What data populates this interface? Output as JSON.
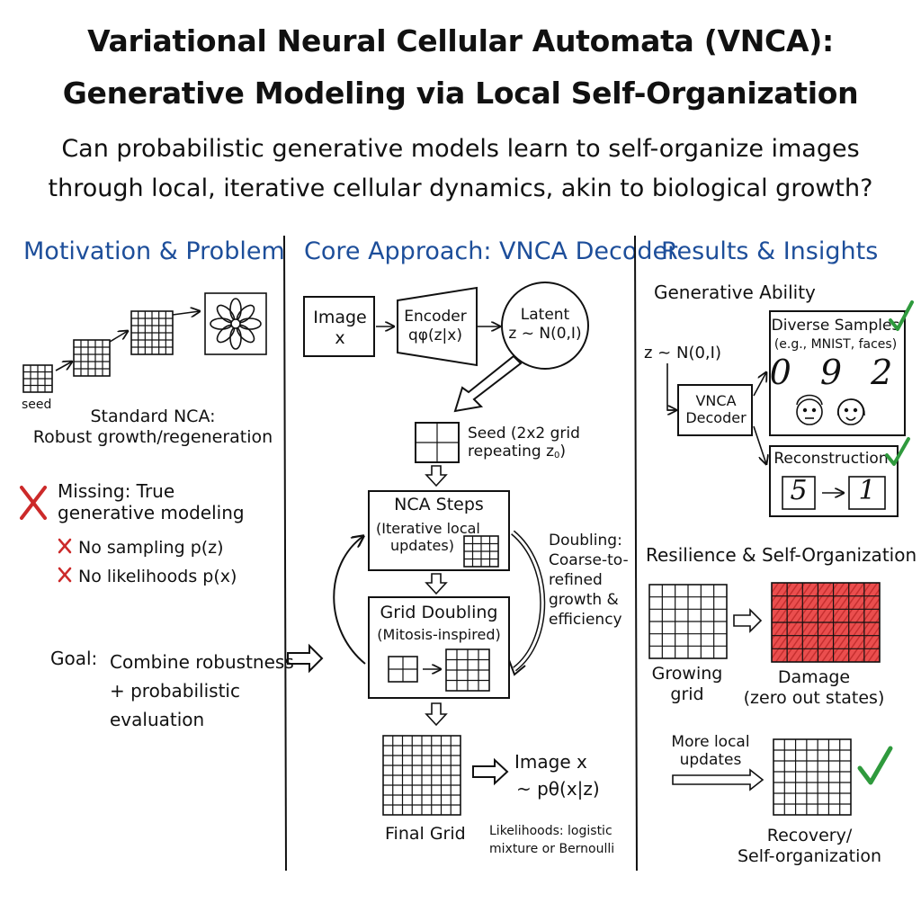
{
  "title": {
    "line1": "Variational Neural Cellular Automata (VNCA):",
    "line2": "Generative Modeling via Local Self-Organization"
  },
  "question": {
    "line1": "Can probabilistic generative models learn to self-organize images",
    "line2": "through local, iterative cellular dynamics, akin to biological growth?"
  },
  "colors": {
    "heading_blue": "#1d4e9a",
    "cross_red": "#cc2a2a",
    "check_green": "#2f9a3d",
    "damage_red": "#d42020"
  },
  "motivation": {
    "heading": "Motivation & Problem",
    "seed_label": "seed",
    "standard_nca_line1": "Standard NCA:",
    "standard_nca_line2": "Robust growth/regeneration",
    "missing_line1": "Missing: True",
    "missing_line2": "generative modeling",
    "no_sampling": "No sampling p(z)",
    "no_likelihoods": "No likelihoods p(x)",
    "goal_prefix": "Goal:",
    "goal_line1": "Combine robustness",
    "goal_line2": "+ probabilistic",
    "goal_line3": "evaluation",
    "icons": [
      "cross-icon",
      "flower-icon",
      "arrow-icon"
    ]
  },
  "approach": {
    "heading": "Core Approach: VNCA Decoder",
    "image_line1": "Image",
    "image_line2": "x",
    "encoder_line1": "Encoder",
    "encoder_line2": "qφ(z|x)",
    "latent_line1": "Latent",
    "latent_line2": "z ~ N(0,I)",
    "seed_line1": "Seed (2x2 grid",
    "seed_line2_text": "repeating z",
    "seed_line2_sub": "0",
    "seed_line2_end": ")",
    "nca_title": "NCA Steps",
    "nca_line1": "(Iterative local",
    "nca_line2": "updates)",
    "doubling_title": "Grid Doubling",
    "doubling_line": "(Mitosis-inspired)",
    "side_lines": [
      "Doubling:",
      "Coarse-to-",
      "refined",
      "growth &",
      "efficiency"
    ],
    "final_grid": "Final Grid",
    "output_line1": "Image x",
    "output_line2": "~ pθ(x|z)",
    "likelihood_line1": "Likelihoods: logistic",
    "likelihood_line2": "mixture or Bernoulli"
  },
  "results": {
    "heading": "Results & Insights",
    "generative_ability": "Generative Ability",
    "prior": "z ~ N(0,I)",
    "decoder_line1": "VNCA",
    "decoder_line2": "Decoder",
    "samples_line1": "Diverse Samples",
    "samples_line2": "(e.g., MNIST, faces)",
    "sample_digits": "0 9 2",
    "reconstruction": "Reconstruction",
    "recon_input": "5",
    "recon_output": "1",
    "resilience": "Resilience & Self-Organization",
    "growing_line1": "Growing",
    "growing_line2": "grid",
    "damage_line1": "Damage",
    "damage_line2": "(zero out states)",
    "more_local_line1": "More local",
    "more_local_line2": "updates",
    "recovery_line1": "Recovery/",
    "recovery_line2": "Self-organization",
    "icons": [
      "check-icon",
      "face-icon",
      "arrow-icon"
    ]
  }
}
